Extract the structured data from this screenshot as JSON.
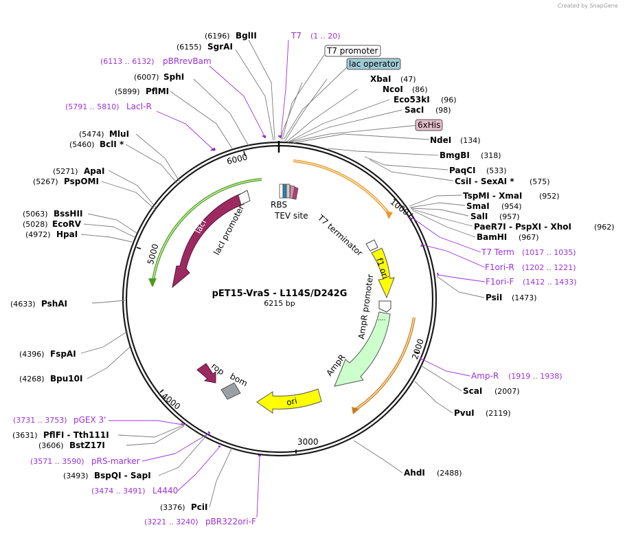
{
  "credit": "Created by SnapGene",
  "plasmid": {
    "name": "pET15-VraS - L114S/D242G",
    "size": "6215 bp"
  },
  "ticks": [
    "1000",
    "2000",
    "3000",
    "4000",
    "5000",
    "6000"
  ],
  "enzymes": [
    {
      "name": "BglII",
      "pos": "(6196)"
    },
    {
      "name": "SgrAI",
      "pos": "(6155)"
    },
    {
      "name": "SphI",
      "pos": "(6007)"
    },
    {
      "name": "PflMI",
      "pos": "(5899)"
    },
    {
      "name": "MluI",
      "pos": "(5474)"
    },
    {
      "name": "BclI *",
      "pos": "(5460)"
    },
    {
      "name": "ApaI",
      "pos": "(5271)"
    },
    {
      "name": "PspOMI",
      "pos": "(5267)"
    },
    {
      "name": "BssHII",
      "pos": "(5063)"
    },
    {
      "name": "EcoRV",
      "pos": "(5028)"
    },
    {
      "name": "HpaI",
      "pos": "(4972)"
    },
    {
      "name": "PshAI",
      "pos": "(4633)"
    },
    {
      "name": "FspAI",
      "pos": "(4396)"
    },
    {
      "name": "Bpu10I",
      "pos": "(4268)"
    },
    {
      "name": "PflFI - Tth111I",
      "pos": "(3631)"
    },
    {
      "name": "BstZ17I",
      "pos": "(3606)"
    },
    {
      "name": "BspQI - SapI",
      "pos": "(3493)"
    },
    {
      "name": "PciI",
      "pos": "(3376)"
    },
    {
      "name": "XbaI",
      "pos": "(47)"
    },
    {
      "name": "NcoI",
      "pos": "(86)"
    },
    {
      "name": "Eco53kI",
      "pos": "(96)"
    },
    {
      "name": "SacI",
      "pos": "(98)"
    },
    {
      "name": "NdeI",
      "pos": "(134)"
    },
    {
      "name": "BmgBI",
      "pos": "(318)"
    },
    {
      "name": "PaqCI",
      "pos": "(533)"
    },
    {
      "name": "CsiI - SexAI *",
      "pos": "(575)"
    },
    {
      "name": "TspMI - XmaI",
      "pos": "(952)"
    },
    {
      "name": "SmaI",
      "pos": "(954)"
    },
    {
      "name": "SalI",
      "pos": "(957)"
    },
    {
      "name": "PaeR7I - PspXI - XhoI",
      "pos": "(962)"
    },
    {
      "name": "BamHI",
      "pos": "(967)"
    },
    {
      "name": "PsiI",
      "pos": "(1473)"
    },
    {
      "name": "ScaI",
      "pos": "(2007)"
    },
    {
      "name": "PvuI",
      "pos": "(2119)"
    },
    {
      "name": "AhdI",
      "pos": "(2488)"
    }
  ],
  "primers": [
    {
      "name": "T7",
      "range": "(1 .. 20)"
    },
    {
      "name": "pBRrevBam",
      "range": "(6113 .. 6132)"
    },
    {
      "name": "LacI-R",
      "range": "(5791 .. 5810)"
    },
    {
      "name": "T7 Term",
      "range": "(1017 .. 1035)"
    },
    {
      "name": "F1ori-R",
      "range": "(1202 .. 1221)"
    },
    {
      "name": "F1ori-F",
      "range": "(1412 .. 1433)"
    },
    {
      "name": "Amp-R",
      "range": "(1919 .. 1938)"
    },
    {
      "name": "pGEX 3'",
      "range": "(3731 .. 3753)"
    },
    {
      "name": "pRS-marker",
      "range": "(3571 .. 3590)"
    },
    {
      "name": "L4440",
      "range": "(3474 .. 3491)"
    },
    {
      "name": "pBR322ori-F",
      "range": "(3221 .. 3240)"
    }
  ],
  "boxed_labels": [
    {
      "text": "T7 promoter",
      "fill": "#ffffff"
    },
    {
      "text": "lac operator",
      "fill": "#9ecbd6"
    },
    {
      "text": "6xHis",
      "fill": "#e3bcc9"
    }
  ],
  "features": {
    "lacI": "lacI",
    "lacI_promoter": "lacI promoter",
    "rbs": "RBS",
    "tev": "TEV site",
    "t7_term": "T7 terminator",
    "f1_ori": "f1 ori",
    "ampr_promoter": "AmpR promoter",
    "ampr": "AmpR",
    "ori": "ori",
    "rop": "rop",
    "bom": "bom"
  },
  "colors": {
    "lacI": "#9c2a60",
    "green_arc": "#4c9a1f",
    "orange_arc": "#e69a2e",
    "yellow": "#ffff00",
    "ampr": "#ccffcc",
    "primer": "#9b30d9"
  }
}
